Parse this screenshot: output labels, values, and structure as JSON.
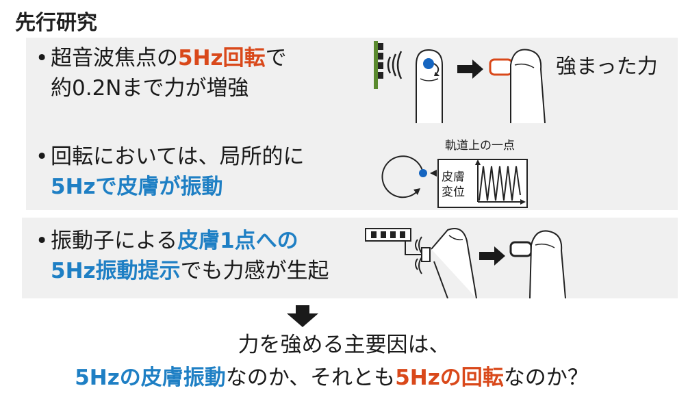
{
  "title": "先行研究",
  "bullet_mark": "•",
  "panel1": {
    "bullet1": {
      "line1_pre": "超音波焦点の",
      "line1_em": "5Hz回転",
      "line1_post": "で",
      "line2": "約0.2Nまで力が増強"
    },
    "fig1_label": "強まった力",
    "bullet2": {
      "line1": "回転においては、局所的に",
      "line2_em": "5Hzで皮膚が振動"
    },
    "fig2": {
      "caption": "軌道上の一点",
      "axis_label_1": "皮膚",
      "axis_label_2": "変位"
    }
  },
  "panel2": {
    "bullet3": {
      "line1_pre": "振動子による",
      "line1_em": "皮膚1点への",
      "line2_em": "5Hz振動提示",
      "line2_post": "でも力感が生起"
    }
  },
  "conclusion": {
    "line1": "力を強める主要因は、",
    "line2_em1": "5Hzの皮膚振動",
    "line2_mid": "なのか、それとも",
    "line2_em2": "5Hzの回転",
    "line2_post": "なのか？"
  },
  "colors": {
    "accent_red": "#d9481a",
    "accent_blue": "#1e7fc4",
    "panel_bg": "#f0f0f0",
    "marker_blue": "#1565c0",
    "array_green": "#5a8a2e"
  }
}
